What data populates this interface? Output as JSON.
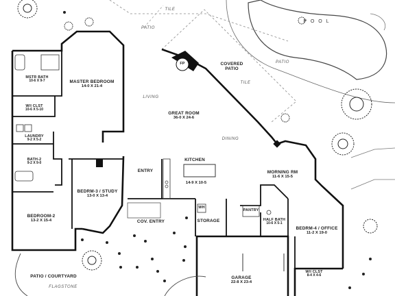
{
  "rooms": {
    "master_bedroom": {
      "name": "MASTER BEDROOM",
      "dims": "14-0 X 21-4"
    },
    "master_bath": {
      "name": "MSTR BATH",
      "dims": "10-6 X 9-7"
    },
    "wic": {
      "name": "W/I CLST",
      "dims": "10-6 X 5-10"
    },
    "laundry": {
      "name": "LAUNDRY",
      "dims": "9-2 X 5-2"
    },
    "bath2": {
      "name": "BATH-2",
      "dims": "9-2 X 9-0"
    },
    "bedroom2": {
      "name": "BEDROOM-2",
      "dims": "13-2 X 15-4"
    },
    "bedroom3": {
      "name": "BEDRM-3 / STUDY",
      "dims": "13-0 X 13-4"
    },
    "great_room": {
      "name": "GREAT ROOM",
      "dims": "36-0 X 24-6"
    },
    "kitchen": {
      "name": "KITCHEN",
      "dims": "14-9 X 10-5"
    },
    "morning_rm": {
      "name": "MORNING RM",
      "dims": "11-6 X 15-5"
    },
    "half_bath": {
      "name": "HALF BATH",
      "dims": "10-6 X 5-1"
    },
    "bedroom4": {
      "name": "BEDRM-4 / OFFICE",
      "dims": "11-2 X 19-0"
    },
    "wic2": {
      "name": "W/I CLST",
      "dims": "8-4 X 4-6"
    },
    "garage": {
      "name": "GARAGE",
      "dims": "22-8 X 23-4"
    },
    "covered_patio": {
      "name": "COVERED",
      "name2": "PATIO"
    }
  },
  "labels": {
    "tile_top": "TILE",
    "patio_top": "PATIO",
    "pool": "P O O L",
    "patio_right": "PATIO",
    "tile_mid": "TILE",
    "living": "LIVING",
    "dining": "DINING",
    "entry": "ENTRY",
    "cov_entry": "COV. ENTRY",
    "storage": "STORAGE",
    "pantry": "PANTRY",
    "fp": "FP",
    "wh": "WH",
    "patio_courtyard": "PATIO / COURTYARD",
    "flagstone": "FLAGSTONE"
  },
  "colors": {
    "wall": "#111111",
    "line": "#444444",
    "dash": "#888888",
    "shrub": "#222222"
  }
}
